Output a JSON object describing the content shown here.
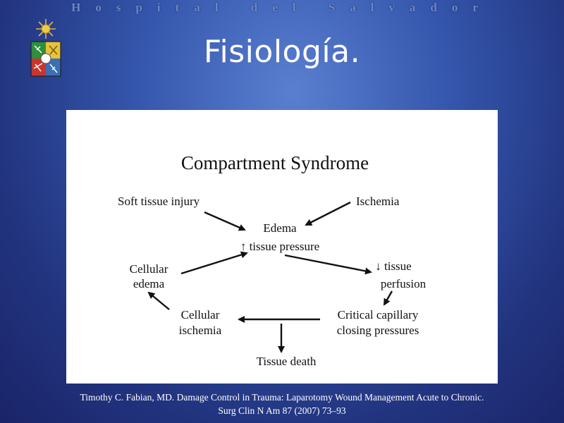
{
  "header": {
    "banner_text": "Hospital del Salvador"
  },
  "slide": {
    "title": "Fisiología."
  },
  "diagram": {
    "title": "Compartment Syndrome",
    "nodes": {
      "soft_tissue_injury": "Soft tissue injury",
      "ischemia": "Ischemia",
      "edema_line1": "Edema",
      "edema_line2": "↑ tissue pressure",
      "cellular_edema_line1": "Cellular",
      "cellular_edema_line2": "edema",
      "tissue_perfusion_line1": "↓ tissue",
      "tissue_perfusion_line2": "perfusion",
      "cellular_ischemia_line1": "Cellular",
      "cellular_ischemia_line2": "ischemia",
      "critical_capillary_line1": "Critical capillary",
      "critical_capillary_line2": "closing pressures",
      "tissue_death": "Tissue death"
    }
  },
  "citation": {
    "line1": "Timothy C. Fabian, MD. Damage Control in Trauma: Laparotomy Wound Management Acute to Chronic.",
    "line2": "Surg Clin N Am 87 (2007) 73–93"
  },
  "colors": {
    "background": "#3456ac",
    "banner_text": "#6c86c8",
    "title_text": "#ffffff",
    "panel": "#ffffff",
    "diagram_ink": "#111111"
  }
}
